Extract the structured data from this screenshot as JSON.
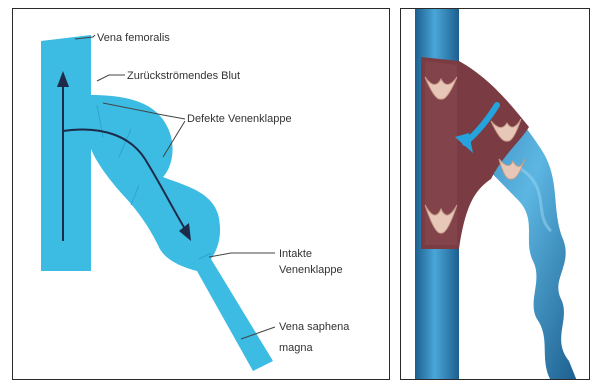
{
  "left_panel": {
    "labels": {
      "vena_femoralis": "Vena femoralis",
      "zurueckstroemendes_blut": "Zurückströmendes Blut",
      "defekte_venenklappe": "Defekte Venenklappe",
      "intakte_line1": "Intakte",
      "intakte_line2": "Venenklappe",
      "saphena_line1": "Vena saphena",
      "saphena_line2": "magna"
    },
    "colors": {
      "vein": "#3cbbe3",
      "vein_stroke": "#2aa6cf",
      "arrow": "#1e2a4a",
      "leader": "#444444"
    }
  },
  "right_panel": {
    "colors": {
      "vein_dark": "#1c5f8f",
      "vein_light": "#4aa6d8",
      "interior": "#7a3b42",
      "valve": "#e7c8b8",
      "flow_arrow": "#25a3dd"
    }
  }
}
